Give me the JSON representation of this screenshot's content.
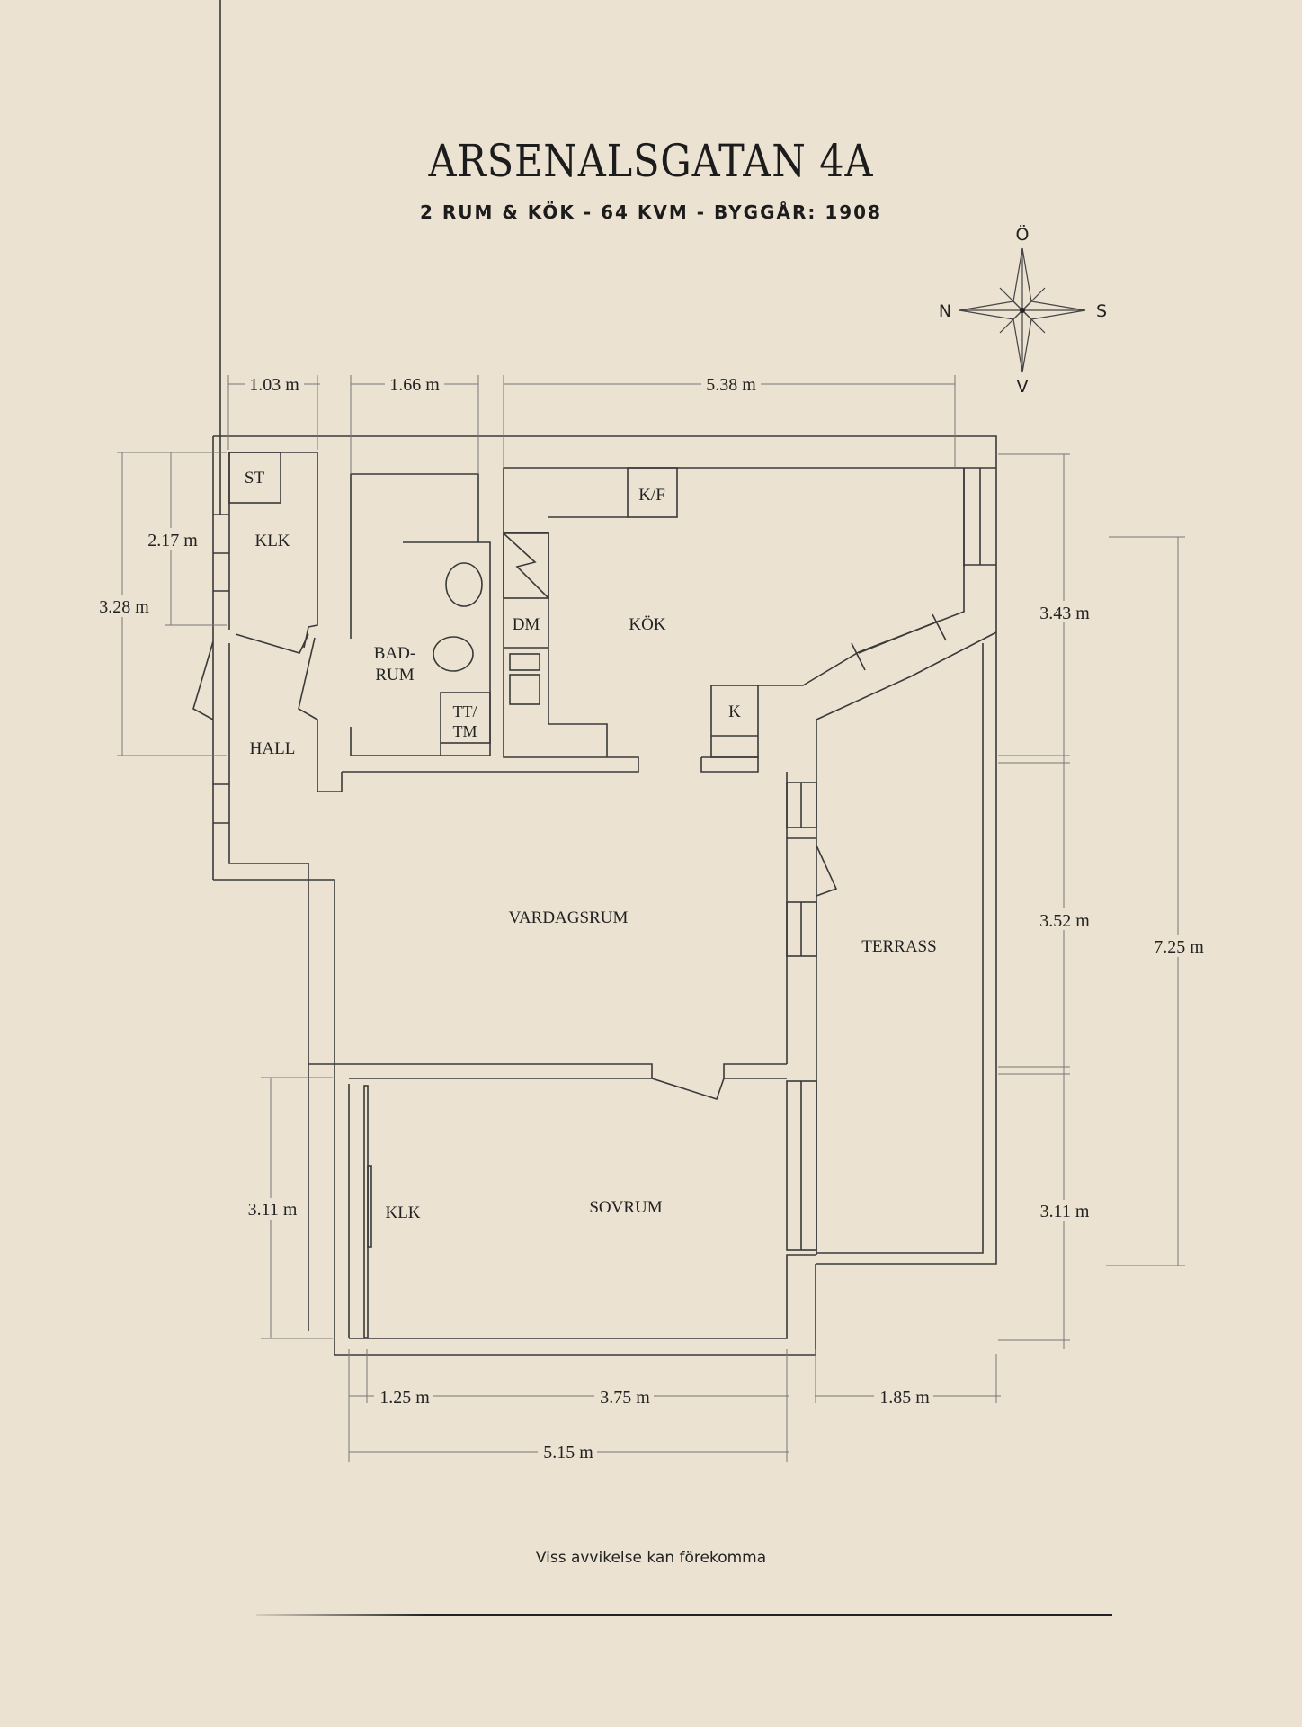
{
  "header": {
    "title": "ARSENALSGATAN 4A",
    "subtitle": "2 RUM & KÖK  -  64 KVM  -  BYGGÅR: 1908"
  },
  "compass": {
    "north": "N",
    "south": "S",
    "east": "Ö",
    "west": "V"
  },
  "rooms": {
    "st": "ST",
    "klk_top": "KLK",
    "badrum_1": "BAD-",
    "badrum_2": "RUM",
    "tt_1": "TT/",
    "tt_2": "TM",
    "hall": "HALL",
    "dm": "DM",
    "kok": "KÖK",
    "kf": "K/F",
    "k": "K",
    "vardagsrum": "VARDAGSRUM",
    "terrass": "TERRASS",
    "klk_bottom": "KLK",
    "sovrum": "SOVRUM"
  },
  "dimensions": {
    "top_1": "1.03 m",
    "top_2": "1.66 m",
    "top_3": "5.38 m",
    "left_1": "2.17 m",
    "left_2": "3.28 m",
    "right_1": "3.43 m",
    "right_2": "3.52 m",
    "right_3": "3.11 m",
    "right_total": "7.25 m",
    "bedroom_left": "3.11 m",
    "bottom_1": "1.25 m",
    "bottom_2": "3.75 m",
    "bottom_3": "1.85 m",
    "bottom_total": "5.15 m"
  },
  "footer": {
    "note": "Viss avvikelse kan förekomma"
  }
}
